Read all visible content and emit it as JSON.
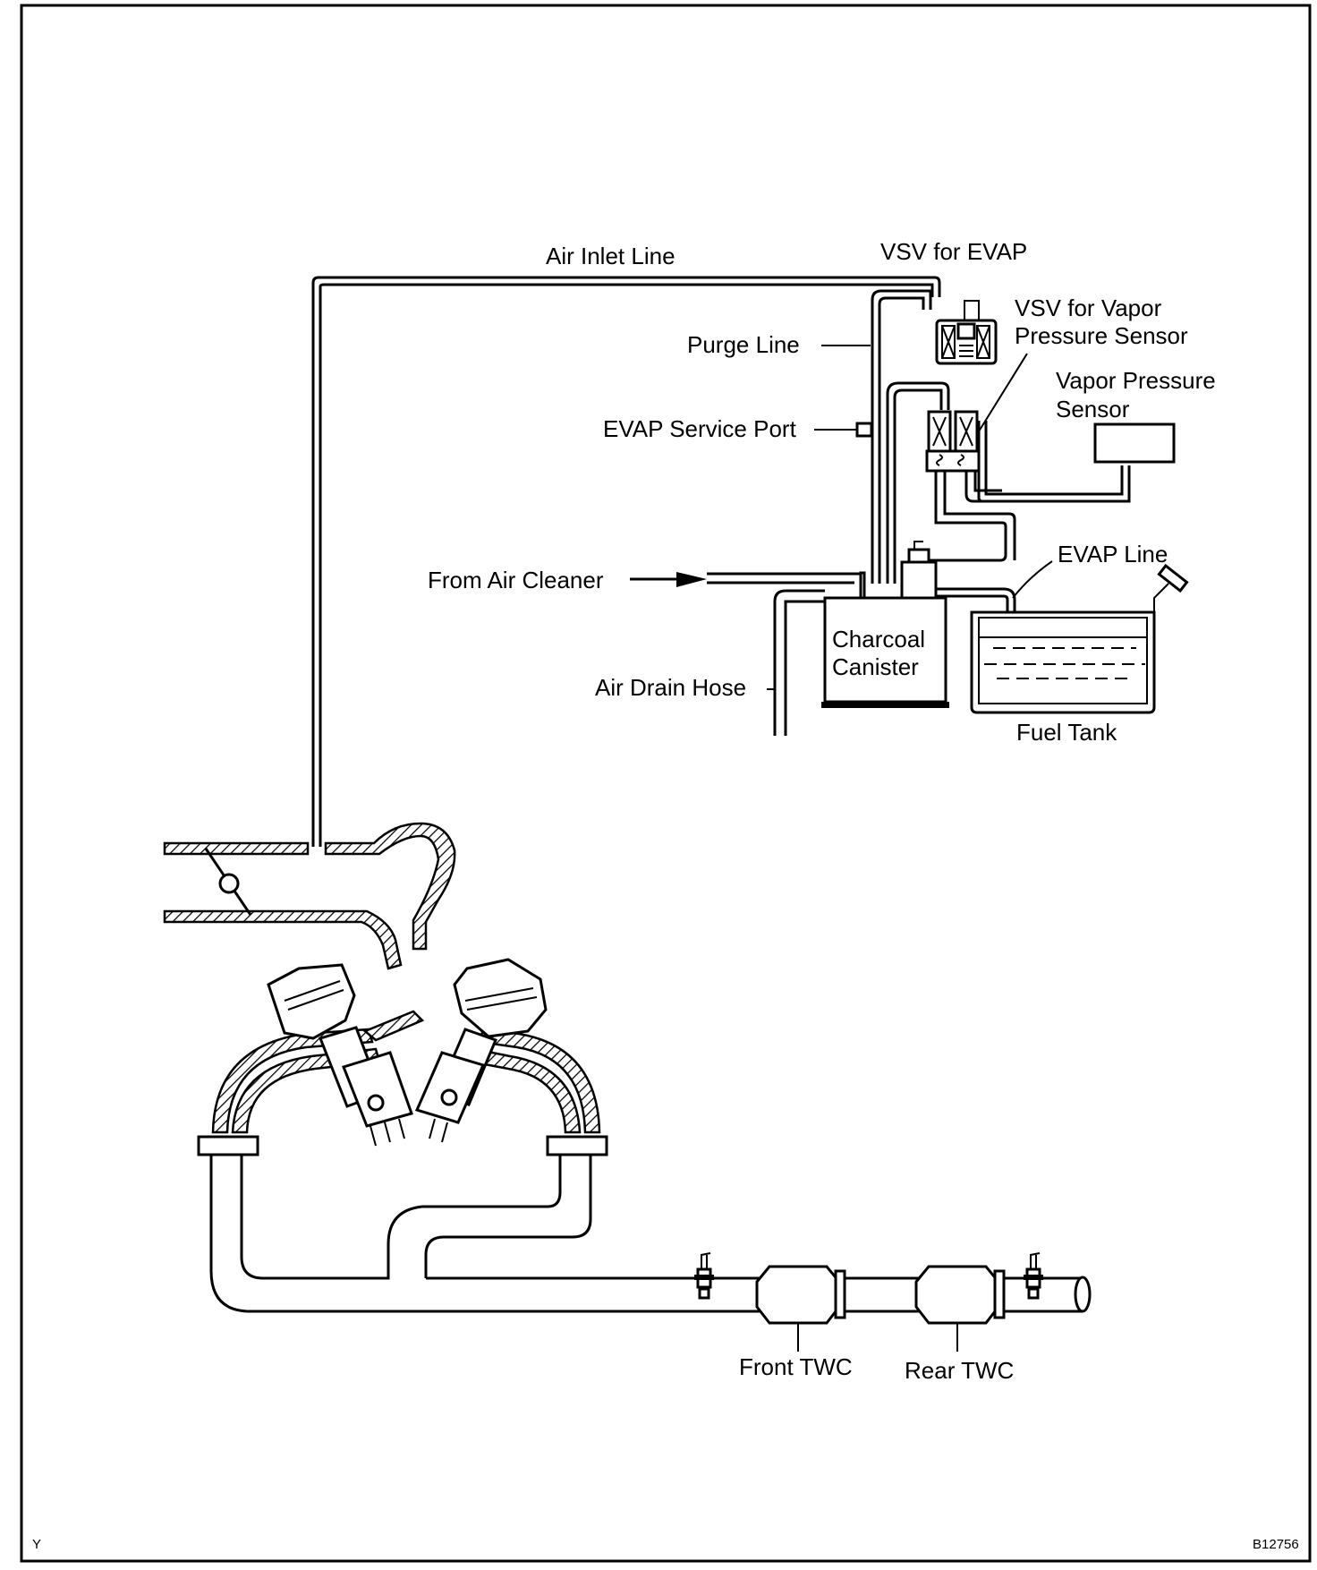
{
  "labels": {
    "air_inlet_line": "Air Inlet  Line",
    "vsv_for_evap": "VSV for EVAP",
    "vsv_for_vapor_1": "VSV for Vapor",
    "vsv_for_vapor_2": "Pressure Sensor",
    "vapor_pressure_1": "Vapor Pressure",
    "vapor_pressure_2": "Sensor",
    "purge_line": "Purge Line",
    "evap_service_port": "EVAP Service Port",
    "evap_line": "EVAP Line",
    "from_air_cleaner": "From Air Cleaner",
    "charcoal_1": "Charcoal",
    "charcoal_2": "Canister",
    "air_drain_hose": "Air Drain Hose",
    "fuel_tank": "Fuel Tank",
    "front_twc": "Front TWC",
    "rear_twc": "Rear TWC",
    "corner_left": "Y",
    "corner_right": "B12756"
  },
  "colors": {
    "ink": "#000000",
    "paper": "#ffffff"
  }
}
